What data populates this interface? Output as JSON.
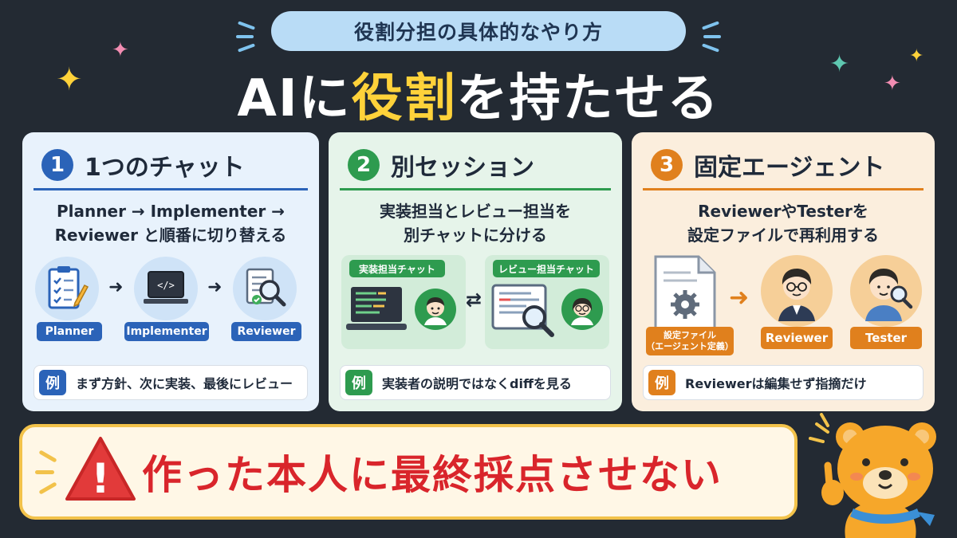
{
  "header": {
    "pill": "役割分担の具体的なやり方",
    "title_part1": "AIに",
    "title_highlight": "役割",
    "title_part2": "を持たせる"
  },
  "cards": [
    {
      "number": "1",
      "title": "1つのチャット",
      "accent": "#2b63b8",
      "desc_lines": [
        "Planner → Implementer →",
        "Reviewer と順番に切り替える"
      ],
      "roles": [
        "Planner",
        "Implementer",
        "Reviewer"
      ],
      "example_tag": "例",
      "example": "まず方針、次に実装、最後にレビュー"
    },
    {
      "number": "2",
      "title": "別セッション",
      "accent": "#2e9b4f",
      "desc_lines": [
        "実装担当とレビュー担当を",
        "別チャットに分ける"
      ],
      "chats": [
        "実装担当チャット",
        "レビュー担当チャット"
      ],
      "example_tag": "例",
      "example": "実装者の説明ではなくdiffを見る"
    },
    {
      "number": "3",
      "title": "固定エージェント",
      "accent": "#e0801d",
      "desc_lines": [
        "ReviewerやTesterを",
        "設定ファイルで再利用する"
      ],
      "file_label_lines": [
        "設定ファイル",
        "（エージェント定義）"
      ],
      "roles": [
        "Reviewer",
        "Tester"
      ],
      "example_tag": "例",
      "example": "Reviewerは編集せず指摘だけ"
    }
  ],
  "banner": {
    "text": "作った本人に最終採点させない",
    "icon_glyph": "!"
  },
  "code_glyph": "</>",
  "icons": [
    "sparkle-icon",
    "checklist-icon",
    "laptop-code-icon",
    "magnifier-icon",
    "avatar-icon",
    "document-gear-icon",
    "warning-icon",
    "bear-mascot-icon"
  ]
}
